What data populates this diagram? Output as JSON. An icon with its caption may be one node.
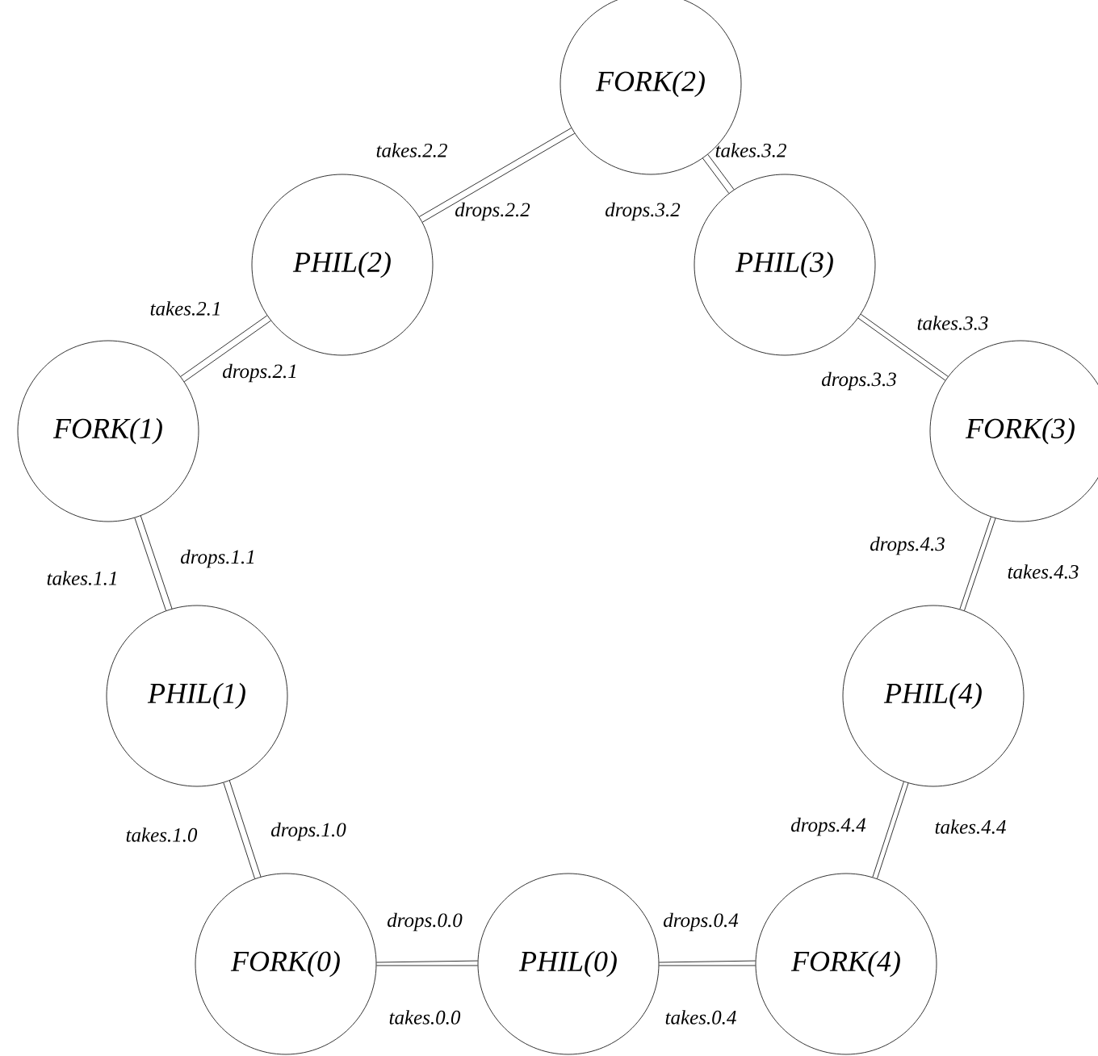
{
  "diagram": {
    "nodes": [
      {
        "text": [
          "FORK(2)"
        ]
      },
      {
        "text": [
          "PHIL(2)"
        ]
      },
      {
        "text": [
          "PHIL(3)"
        ]
      },
      {
        "text": [
          "FORK(1)"
        ]
      },
      {
        "text": [
          "FORK(3)"
        ]
      },
      {
        "text": [
          "PHIL(1)"
        ]
      },
      {
        "text": [
          "PHIL(4)"
        ]
      },
      {
        "text": [
          "FORK(0)"
        ]
      },
      {
        "text": [
          "PHIL(0)"
        ]
      },
      {
        "text": [
          "FORK(4)"
        ]
      }
    ],
    "edges": [
      {
        "from": 0,
        "to": 1,
        "arrow": "none",
        "label": "takes.2.2"
      },
      {
        "from": 0,
        "to": 1,
        "arrow": "none",
        "label": "drops.2.2"
      },
      {
        "from": 0,
        "to": 2,
        "arrow": "none",
        "label": "takes.3.2"
      },
      {
        "from": 0,
        "to": 2,
        "arrow": "none",
        "label": "drops.3.2"
      },
      {
        "from": 1,
        "to": 3,
        "arrow": "none",
        "label": "takes.2.1"
      },
      {
        "from": 1,
        "to": 3,
        "arrow": "none",
        "label": "drops.2.1"
      },
      {
        "from": 2,
        "to": 4,
        "arrow": "none",
        "label": "takes.3.3"
      },
      {
        "from": 2,
        "to": 4,
        "arrow": "none",
        "label": "drops.3.3"
      },
      {
        "from": 3,
        "to": 5,
        "arrow": "none",
        "label": "takes.1.1"
      },
      {
        "from": 3,
        "to": 5,
        "arrow": "none",
        "label": "drops.1.1"
      },
      {
        "from": 4,
        "to": 6,
        "arrow": "none",
        "label": "drops.4.3"
      },
      {
        "from": 4,
        "to": 6,
        "arrow": "none",
        "label": "takes.4.3"
      },
      {
        "from": 5,
        "to": 7,
        "arrow": "none",
        "label": "takes.1.0"
      },
      {
        "from": 5,
        "to": 7,
        "arrow": "none",
        "label": "drops.1.0"
      },
      {
        "from": 6,
        "to": 9,
        "arrow": "none",
        "label": "drops.4.4"
      },
      {
        "from": 6,
        "to": 9,
        "arrow": "none",
        "label": "takes.4.4"
      },
      {
        "from": 7,
        "to": 8,
        "arrow": "none",
        "label": "drops.0.0"
      },
      {
        "from": 7,
        "to": 8,
        "arrow": "none",
        "label": "takes.0.0"
      },
      {
        "from": 8,
        "to": 9,
        "arrow": "none",
        "label": "drops.0.4"
      },
      {
        "from": 8,
        "to": 9,
        "arrow": "none",
        "label": "takes.0.4"
      }
    ]
  }
}
